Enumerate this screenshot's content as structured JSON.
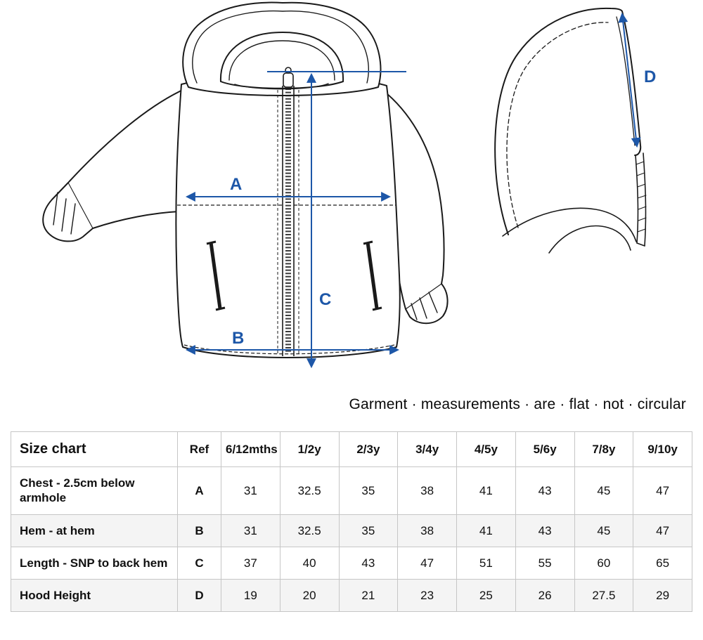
{
  "colors": {
    "dimension_blue": "#1d57a8",
    "line_black": "#1a1a1a",
    "stripe_gray": "#f4f4f4"
  },
  "caption": "Garment · measurements · are · flat · not · circular",
  "diagram": {
    "labels": {
      "a": "A",
      "b": "B",
      "c": "C",
      "d": "D"
    }
  },
  "table": {
    "title": "Size chart",
    "ref_header": "Ref",
    "size_headers": [
      "6/12mths",
      "1/2y",
      "2/3y",
      "3/4y",
      "4/5y",
      "5/6y",
      "7/8y",
      "9/10y"
    ],
    "rows": [
      {
        "label": "Chest - 2.5cm below armhole",
        "ref": "A",
        "values": [
          "31",
          "32.5",
          "35",
          "38",
          "41",
          "43",
          "45",
          "47"
        ]
      },
      {
        "label": "Hem - at hem",
        "ref": "B",
        "values": [
          "31",
          "32.5",
          "35",
          "38",
          "41",
          "43",
          "45",
          "47"
        ]
      },
      {
        "label": "Length - SNP to back hem",
        "ref": "C",
        "values": [
          "37",
          "40",
          "43",
          "47",
          "51",
          "55",
          "60",
          "65"
        ]
      },
      {
        "label": "Hood Height",
        "ref": "D",
        "values": [
          "19",
          "20",
          "21",
          "23",
          "25",
          "26",
          "27.5",
          "29"
        ]
      }
    ]
  }
}
